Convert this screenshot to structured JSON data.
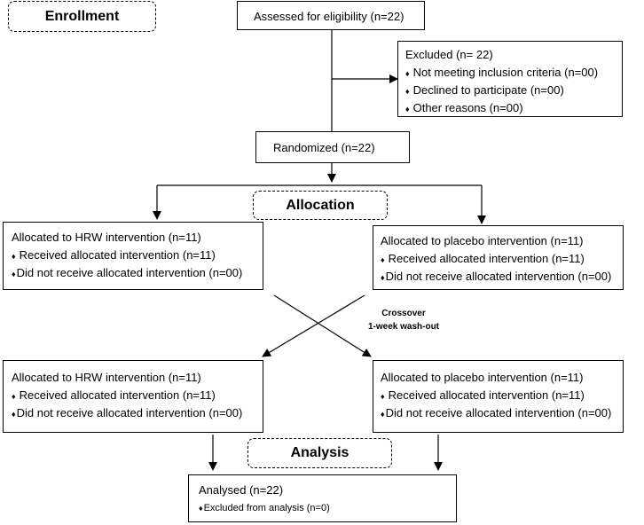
{
  "phases": {
    "enrollment": "Enrollment",
    "allocation": "Allocation",
    "analysis": "Analysis"
  },
  "assessed": "Assessed for eligibility (n=22)",
  "excluded": {
    "title": "Excluded (n= 22)",
    "items": [
      "Not meeting inclusion criteria (n=00)",
      "Declined to participate (n=00)",
      "Other reasons (n=00)"
    ]
  },
  "randomized": "Randomized (n=22)",
  "period1": {
    "hrw": {
      "title": "Allocated to HRW intervention (n=11)",
      "received": "Received allocated intervention (n=11)",
      "not_received": "Did not receive allocated intervention (n=00)"
    },
    "placebo": {
      "title": "Allocated to placebo intervention (n=11)",
      "received": "Received allocated intervention (n=11)",
      "not_received": "Did not receive allocated intervention (n=00)"
    }
  },
  "crossover": {
    "line1": "Crossover",
    "line2": "1-week wash-out"
  },
  "period2": {
    "hrw": {
      "title": "Allocated to HRW intervention (n=11)",
      "received": "Received allocated intervention (n=11)",
      "not_received": "Did not receive allocated intervention (n=00)"
    },
    "placebo": {
      "title": "Allocated to placebo intervention (n=11)",
      "received": "Received allocated intervention (n=11)",
      "not_received": "Did not receive allocated intervention (n=00)"
    }
  },
  "analysed": {
    "title": "Analysed (n=22)",
    "excluded": "Excluded from analysis (n=0)"
  },
  "bullet_symbol": "♦"
}
